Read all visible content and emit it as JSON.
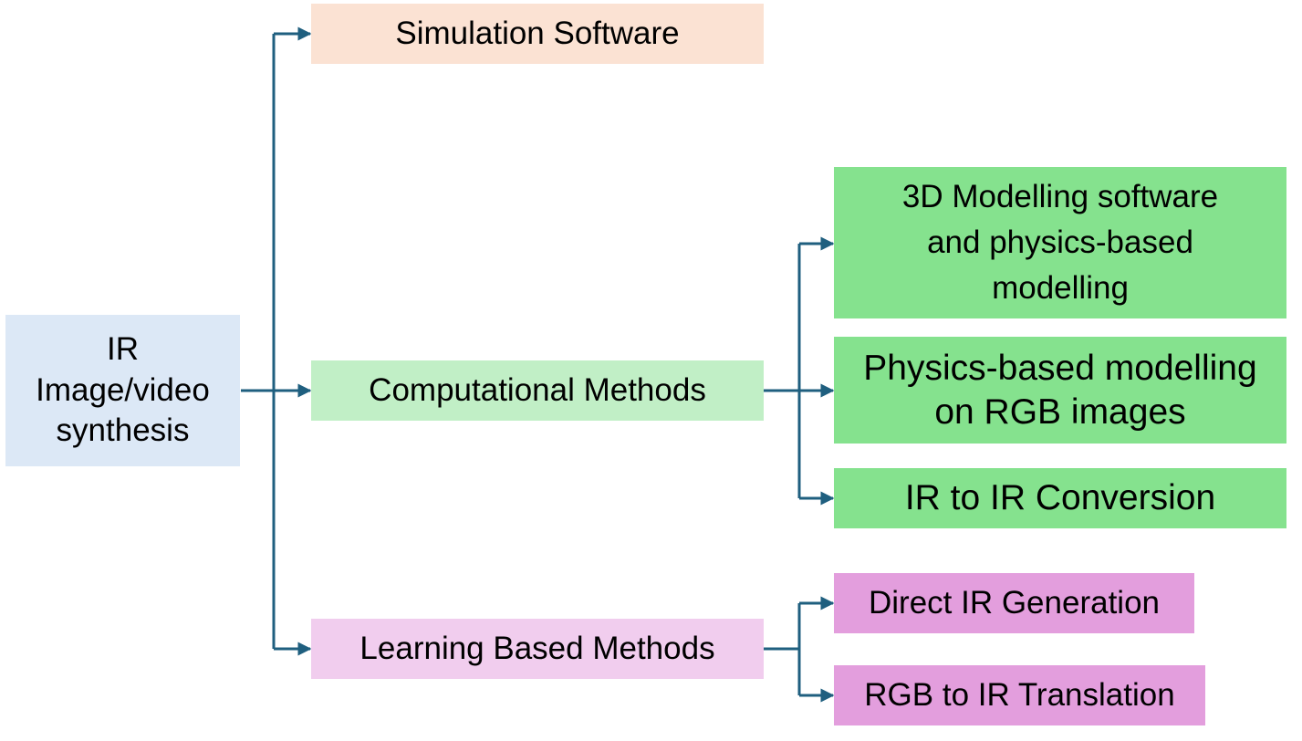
{
  "colors": {
    "connector": "#1f5f7f",
    "root_fill": "#dce8f6",
    "simulation_fill": "#fbe2d3",
    "computational_fill": "#c1efc6",
    "computational_child_fill": "#85e28e",
    "learning_fill": "#f1cdee",
    "learning_child_fill": "#e39edd"
  },
  "root": {
    "line1": "IR",
    "line2": "Image/video",
    "line3": "synthesis"
  },
  "categories": {
    "simulation": {
      "label": "Simulation Software"
    },
    "computational": {
      "label": "Computational Methods"
    },
    "learning": {
      "label": "Learning Based Methods"
    }
  },
  "computational_children": {
    "modelling_3d": {
      "line1": "3D Modelling software",
      "line2": "and physics-based",
      "line3": "modelling"
    },
    "physics_rgb": {
      "line1": "Physics-based modelling",
      "line2": "on RGB images"
    },
    "ir_to_ir": {
      "label": "IR to IR Conversion"
    }
  },
  "learning_children": {
    "direct_ir": {
      "label": "Direct IR Generation"
    },
    "rgb_to_ir": {
      "label": "RGB to IR Translation"
    }
  }
}
